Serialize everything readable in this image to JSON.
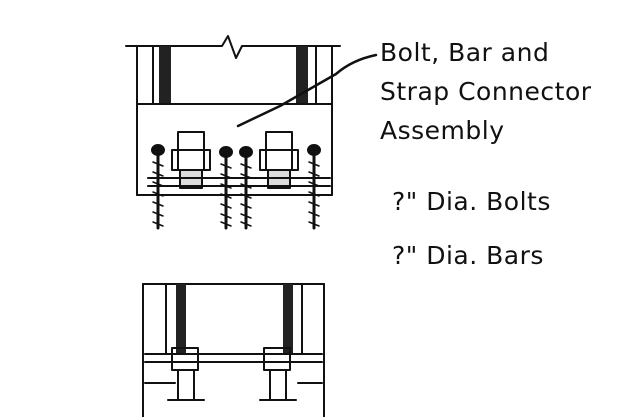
{
  "diagram": {
    "callout": {
      "line1": "Bolt, Bar and",
      "line2": "Strap Connector",
      "line3": "Assembly"
    },
    "notes": [
      "?\" Dia. Bolts",
      "?\" Dia. Bars"
    ],
    "colors": {
      "ink": "#111111",
      "paper": "#ffffff"
    }
  }
}
